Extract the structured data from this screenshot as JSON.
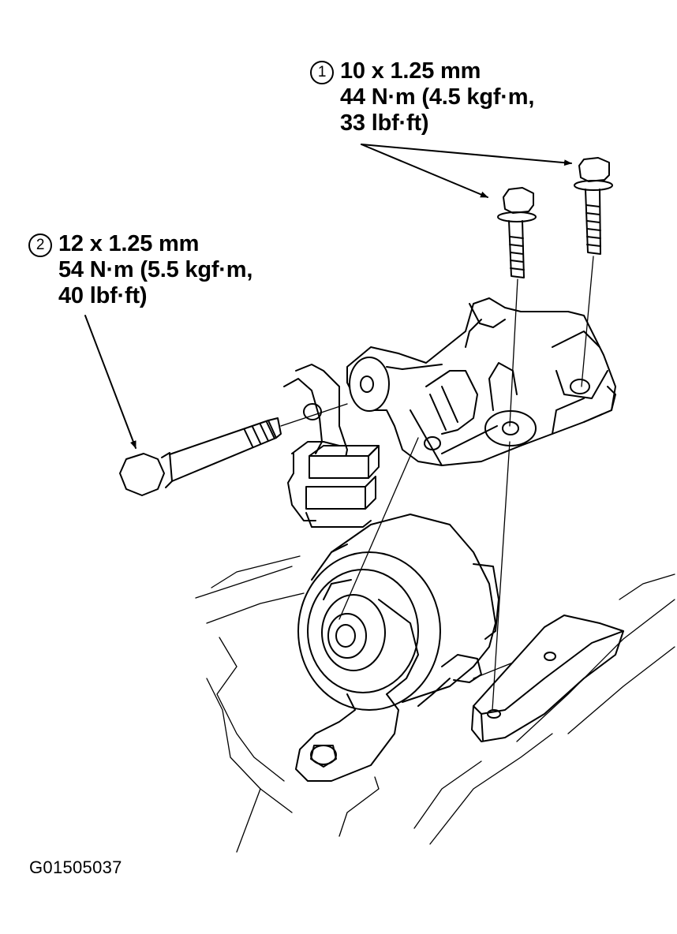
{
  "callouts": [
    {
      "number": "1",
      "spec": "10 x 1.25 mm",
      "torque_nm": "44 N·m (4.5 kgf·m,",
      "torque_lbf": "33 lbf·ft)"
    },
    {
      "number": "2",
      "spec": "12 x 1.25 mm",
      "torque_nm": "54 N·m (5.5 kgf·m,",
      "torque_lbf": "40 lbf·ft)"
    }
  ],
  "figure_id": "G01505037"
}
